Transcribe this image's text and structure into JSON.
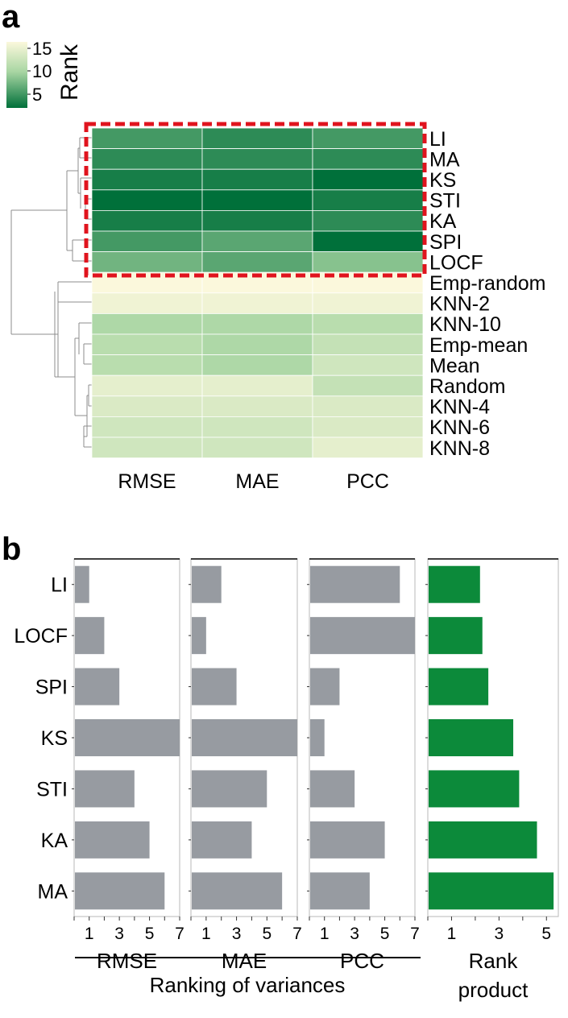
{
  "panel_labels": {
    "a": "a",
    "b": "b"
  },
  "colors": {
    "heat_low_rank": "#00703a",
    "heat_mid_rank": "#a9d6a3",
    "heat_high_rank": "#fbf8dc",
    "cluster_box": "#e0141e",
    "bar_gray": "#979ba1",
    "bar_green": "#0c8a3a",
    "dendrogram": "#8c8c8c"
  },
  "chart_data": [
    {
      "type": "heatmap",
      "title": "",
      "colorbar": {
        "label": "Rank",
        "ticks": [
          "15",
          "10",
          "5"
        ],
        "range": [
          1,
          16
        ]
      },
      "columns": [
        "RMSE",
        "MAE",
        "PCC"
      ],
      "rows": [
        "LI",
        "MA",
        "KS",
        "STI",
        "KA",
        "SPI",
        "LOCF",
        "Emp-random",
        "KNN-2",
        "KNN-10",
        "Emp-mean",
        "Mean",
        "Random",
        "KNN-4",
        "KNN-6",
        "KNN-8"
      ],
      "values": [
        [
          4,
          3,
          4
        ],
        [
          3,
          3,
          3
        ],
        [
          2,
          2,
          1
        ],
        [
          1,
          1,
          2
        ],
        [
          2,
          2,
          3
        ],
        [
          4,
          5,
          1
        ],
        [
          6,
          5,
          7
        ],
        [
          16,
          16,
          16
        ],
        [
          15,
          15,
          15
        ],
        [
          9,
          9,
          10
        ],
        [
          10,
          9,
          11
        ],
        [
          10,
          9,
          12
        ],
        [
          14,
          14,
          11
        ],
        [
          13,
          13,
          13
        ],
        [
          12,
          12,
          13
        ],
        [
          12,
          12,
          14
        ]
      ],
      "highlighted_rows": [
        "LI",
        "MA",
        "KS",
        "STI",
        "KA",
        "SPI",
        "LOCF"
      ],
      "dendrogram": "hierarchical clustering of rows, left side"
    },
    {
      "type": "bar",
      "orientation": "horizontal",
      "categories": [
        "LI",
        "LOCF",
        "SPI",
        "KS",
        "STI",
        "KA",
        "MA"
      ],
      "series": [
        {
          "name": "RMSE",
          "values": [
            1,
            2,
            3,
            7,
            4,
            5,
            6
          ]
        },
        {
          "name": "MAE",
          "values": [
            2,
            1,
            3,
            7,
            5,
            4,
            6
          ]
        },
        {
          "name": "PCC",
          "values": [
            6,
            7,
            2,
            1,
            3,
            5,
            4
          ]
        }
      ],
      "xlim": [
        0,
        7
      ],
      "xticks": [
        "1",
        "3",
        "5",
        "7"
      ],
      "group_label": "Ranking of variances"
    },
    {
      "type": "bar",
      "orientation": "horizontal",
      "categories": [
        "LI",
        "LOCF",
        "SPI",
        "KS",
        "STI",
        "KA",
        "MA"
      ],
      "series": [
        {
          "name": "Rank product",
          "values": [
            2.2,
            2.3,
            2.55,
            3.6,
            3.85,
            4.6,
            5.3
          ]
        }
      ],
      "xlim": [
        0,
        5.5
      ],
      "xticks": [
        "1",
        "3",
        "5"
      ],
      "xlabel": [
        "Rank",
        "product"
      ]
    }
  ]
}
